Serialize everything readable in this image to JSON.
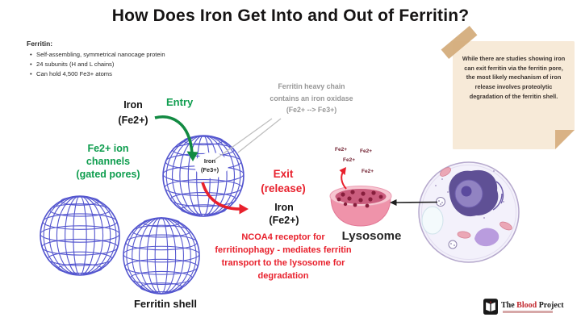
{
  "title": "How Does Iron Get Into and Out of Ferritin?",
  "info_box": {
    "heading": "Ferritin:",
    "bullets": [
      "Self-assembling, symmetrical nanocage protein",
      "24 subunits (H and L chains)",
      "Can hold 4,500 Fe3+ atoms"
    ]
  },
  "entry": {
    "label": "Entry",
    "iron_line1": "Iron",
    "iron_line2": "(Fe2+)",
    "channels_line1": "Fe2+ ion",
    "channels_line2": "channels",
    "channels_line3": "(gated pores)"
  },
  "core": {
    "line1": "Iron",
    "line2": "(Fe3+)"
  },
  "heavy_chain_note": {
    "line1": "Ferritin heavy chain",
    "line2": "contains an iron oxidase",
    "line3": "(Fe2+ --> Fe3+)"
  },
  "exit": {
    "label_line1": "Exit",
    "label_line2": "(release)",
    "iron_line1": "Iron",
    "iron_line2": "(Fe2+)"
  },
  "ncoa4_note": {
    "line1": "NCOA4 receptor for",
    "line2": "ferritinophagy - mediates ferritin",
    "line3": "transport to the lysosome for",
    "line4": "degradation"
  },
  "lysosome": {
    "label": "Lysosome",
    "ions": [
      "Fe2+",
      "Fe2+",
      "Fe2+",
      "Fe2+"
    ]
  },
  "ferritin_shell_label": "Ferritin shell",
  "sticky_note": {
    "text": "While there are studies showing iron can exit ferritin via the ferritin pore, the most likely mechanism of iron release involves proteolytic degradation of the ferritin shell."
  },
  "logo": {
    "word1": "The",
    "word2": "Blood",
    "word3": "Project"
  },
  "colors": {
    "accent_green": "#0e9d4e",
    "accent_red": "#e8202c",
    "ion_maroon": "#6d1b2b",
    "wireframe_blue": "#5456cf",
    "note_background": "#f7ead8",
    "lysosome_pink": "#ef93aa",
    "gray_note_text": "#979797"
  }
}
